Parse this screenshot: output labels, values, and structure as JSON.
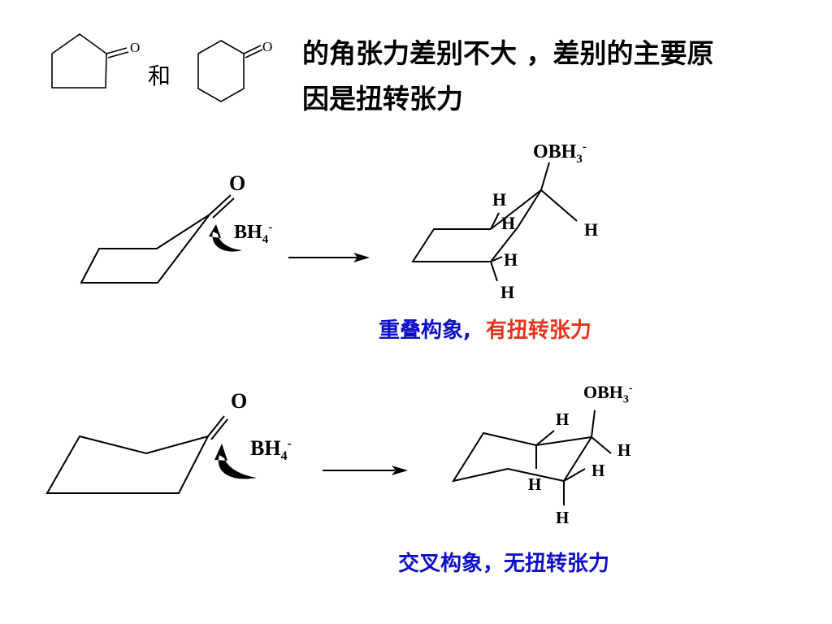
{
  "header": {
    "line1": "的角张力差别不大 ，差别的主要原",
    "line2": "因是扭转张力",
    "conjunction": "和",
    "o_small": "O"
  },
  "reaction1": {
    "o_label": "O",
    "reagent": "BH",
    "reagent_sub": "4",
    "reagent_sup": "-",
    "prod_group": "OBH",
    "prod_group_sub": "3",
    "prod_group_sup": "-",
    "h_label": "H",
    "caption_a": "重叠构象,",
    "caption_b": "有扭转张力"
  },
  "reaction2": {
    "o_label": "O",
    "reagent": "BH",
    "reagent_sub": "4",
    "reagent_sup": "-",
    "prod_group": "OBH",
    "prod_group_sub": "3",
    "prod_group_sup": "-",
    "h_label": "H",
    "caption": "交叉构象，无扭转张力"
  },
  "colors": {
    "caption_blue": "#1010c8",
    "caption_red": "#e8341c",
    "ink": "#000000"
  }
}
